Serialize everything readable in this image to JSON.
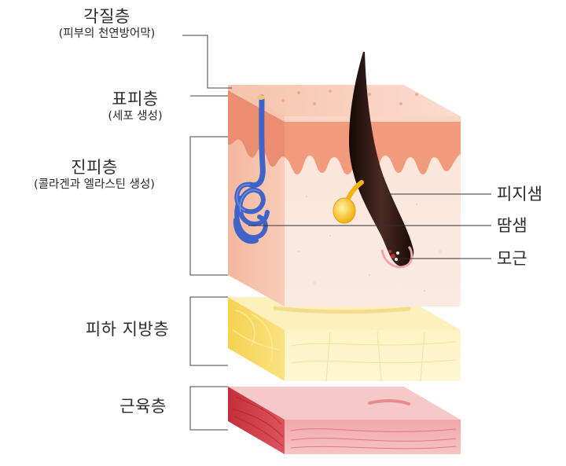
{
  "layers": {
    "stratum_corneum": {
      "name": "각질층",
      "note": "(피부의 천연방어막)"
    },
    "epidermis": {
      "name": "표피층",
      "note": "(세포 생성)"
    },
    "dermis": {
      "name": "진피층",
      "note": "(콜라겐과 엘라스틴 생성)"
    },
    "subcutaneous": {
      "name": "피하 지방층"
    },
    "muscle": {
      "name": "근육층"
    }
  },
  "structures": {
    "sebaceous_gland": "피지샘",
    "sweat_gland": "땀샘",
    "hair_root": "모근"
  },
  "colors": {
    "epidermis": "#f19a7c",
    "dermis": "#fbe0d4",
    "fat": "#fdeea0",
    "muscle": "#d7474e",
    "hair": "#2a1410",
    "gland": "#f6c21c",
    "sweat_duct": "#3f63c9"
  }
}
